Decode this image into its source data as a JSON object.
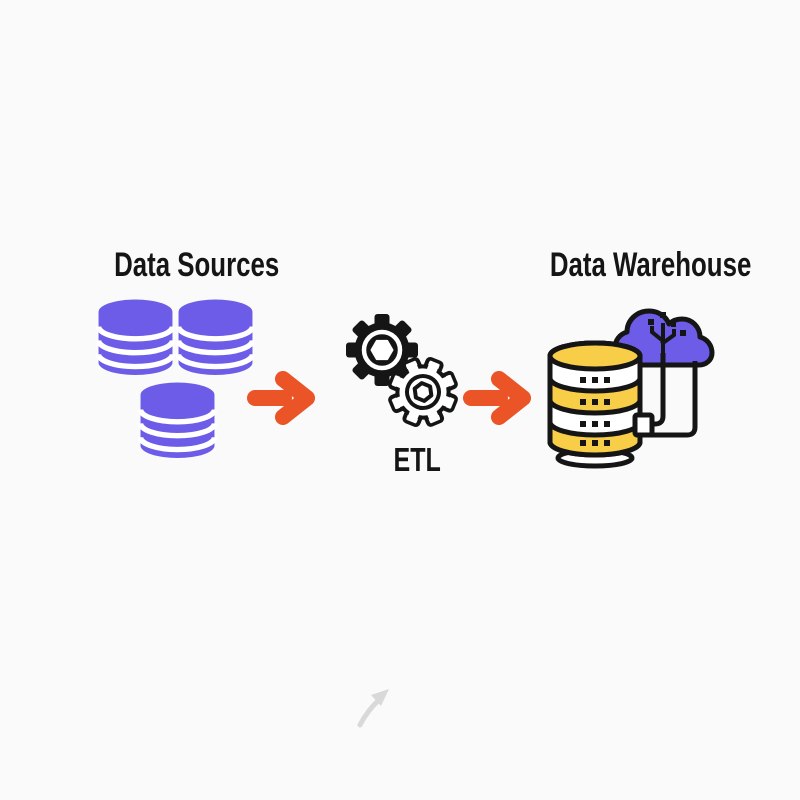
{
  "page": {
    "background_color": "#FAFAFA"
  },
  "diagram": {
    "type": "flowchart",
    "flow_sequence": [
      "Data Sources",
      "ETL",
      "Data Warehouse"
    ],
    "titles": {
      "sources": "Data Sources",
      "warehouse": "Data Warehouse"
    },
    "labels": {
      "etl": "ETL"
    },
    "icons": [
      {
        "name": "database-cluster-icon",
        "description": "three purple database cylinders",
        "node": "Data Sources"
      },
      {
        "name": "gears-icon",
        "description": "two interlocking cogs, one solid black and one outlined",
        "node": "ETL"
      },
      {
        "name": "arrow-right-icon",
        "description": "orange flow arrow between stages",
        "count": 2
      },
      {
        "name": "cloud-database-icon",
        "description": "yellow striped database connected to a purple cloud",
        "node": "Data Warehouse"
      },
      {
        "name": "cursor-arrow-icon",
        "description": "faint gray diagonal arrow near bottom center"
      }
    ],
    "colors": {
      "purple": "#6C5CE7",
      "yellow": "#F8CD47",
      "orange": "#EA5426",
      "ink": "#151515",
      "white": "#FFFFFF",
      "faint": "#D9D9D9",
      "background": "#FAFAFA"
    }
  }
}
